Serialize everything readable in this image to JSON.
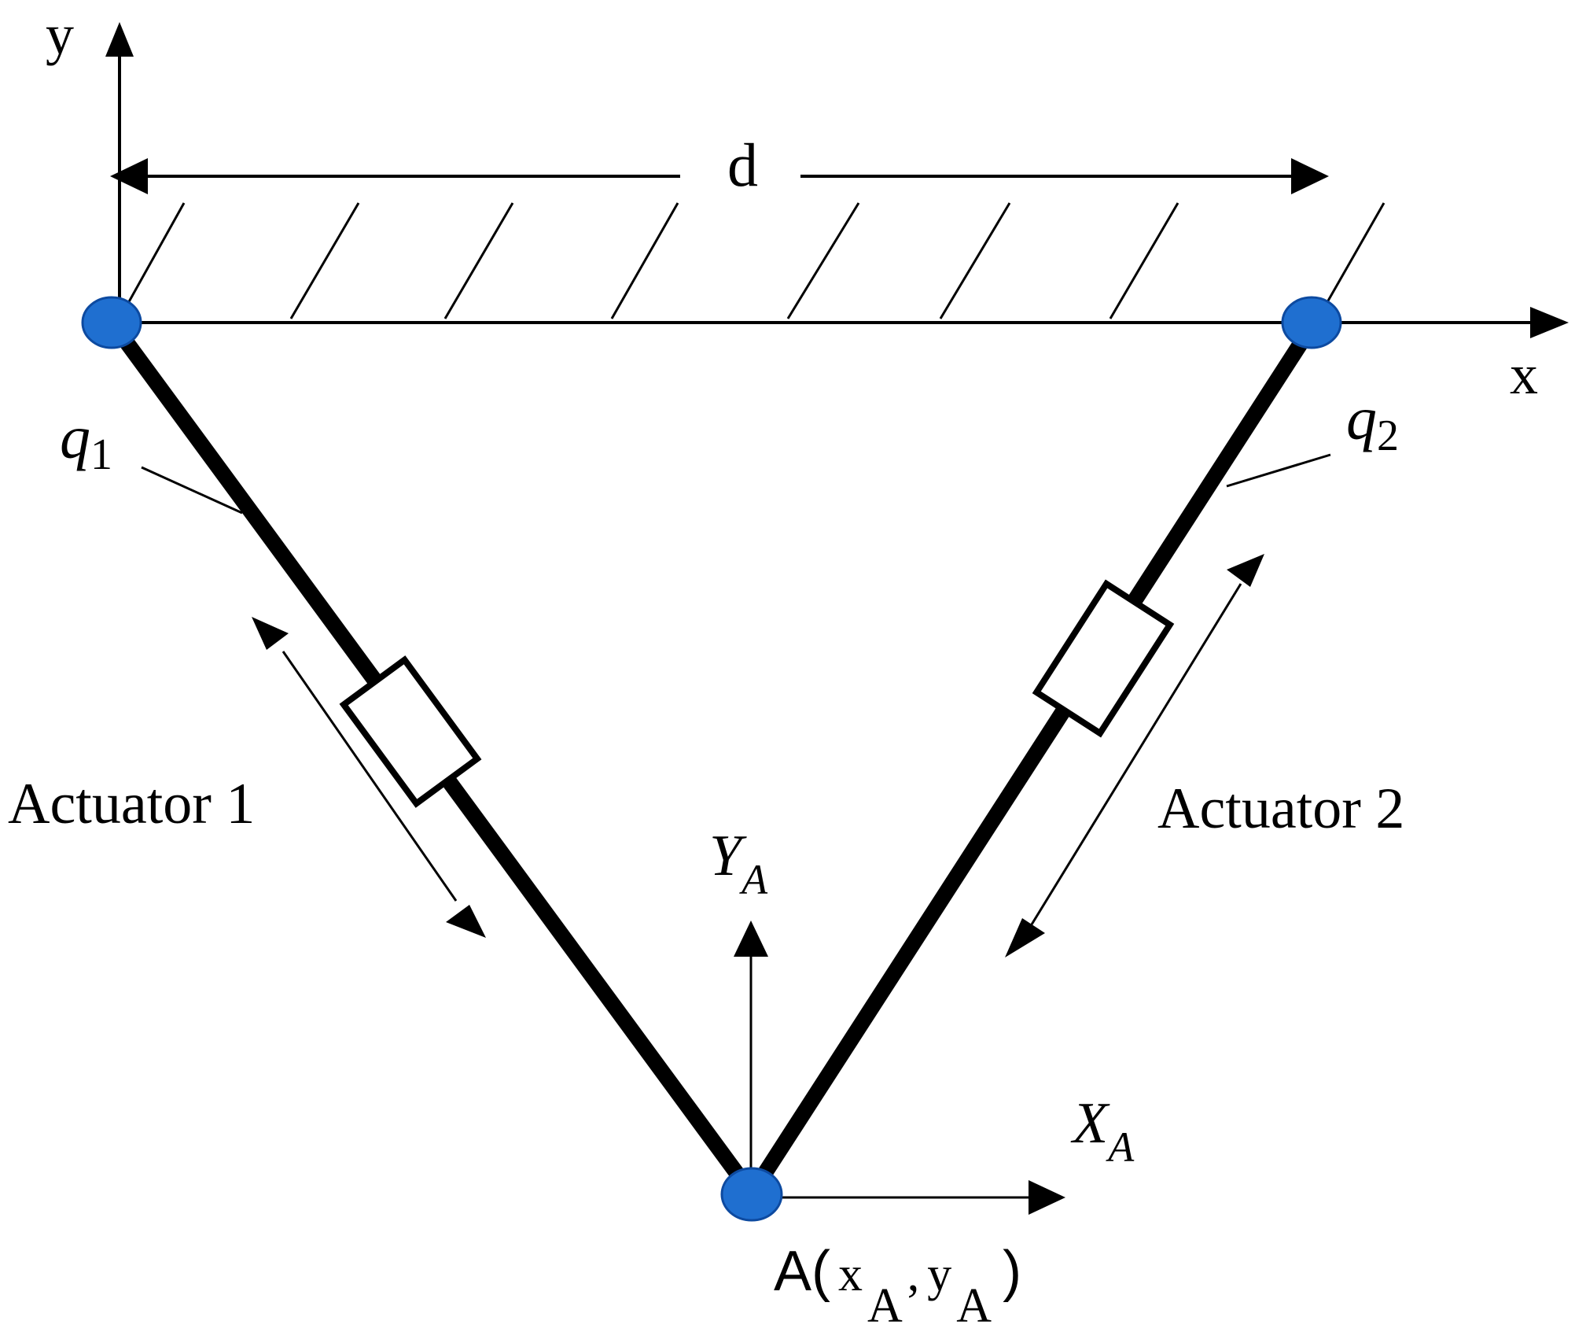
{
  "axes": {
    "y_label": "y",
    "x_label": "x"
  },
  "dimension": {
    "d_label": "d"
  },
  "joints": {
    "q1": {
      "base": "q",
      "sub": "1"
    },
    "q2": {
      "base": "q",
      "sub": "2"
    }
  },
  "actuators": {
    "a1_label": "Actuator 1",
    "a2_label": "Actuator 2"
  },
  "local_frame": {
    "YA": {
      "base": "Y",
      "sub": "A"
    },
    "XA": {
      "base": "X",
      "sub": "A"
    }
  },
  "point_A": {
    "prefix": "A(",
    "x": "x",
    "x_sub": "A",
    "comma": ",",
    "y": "y",
    "y_sub": "A",
    "suffix": ")"
  },
  "colors": {
    "joint_fill": "#1f6fd0",
    "joint_stroke": "#0d4aa0",
    "line": "#000000"
  }
}
